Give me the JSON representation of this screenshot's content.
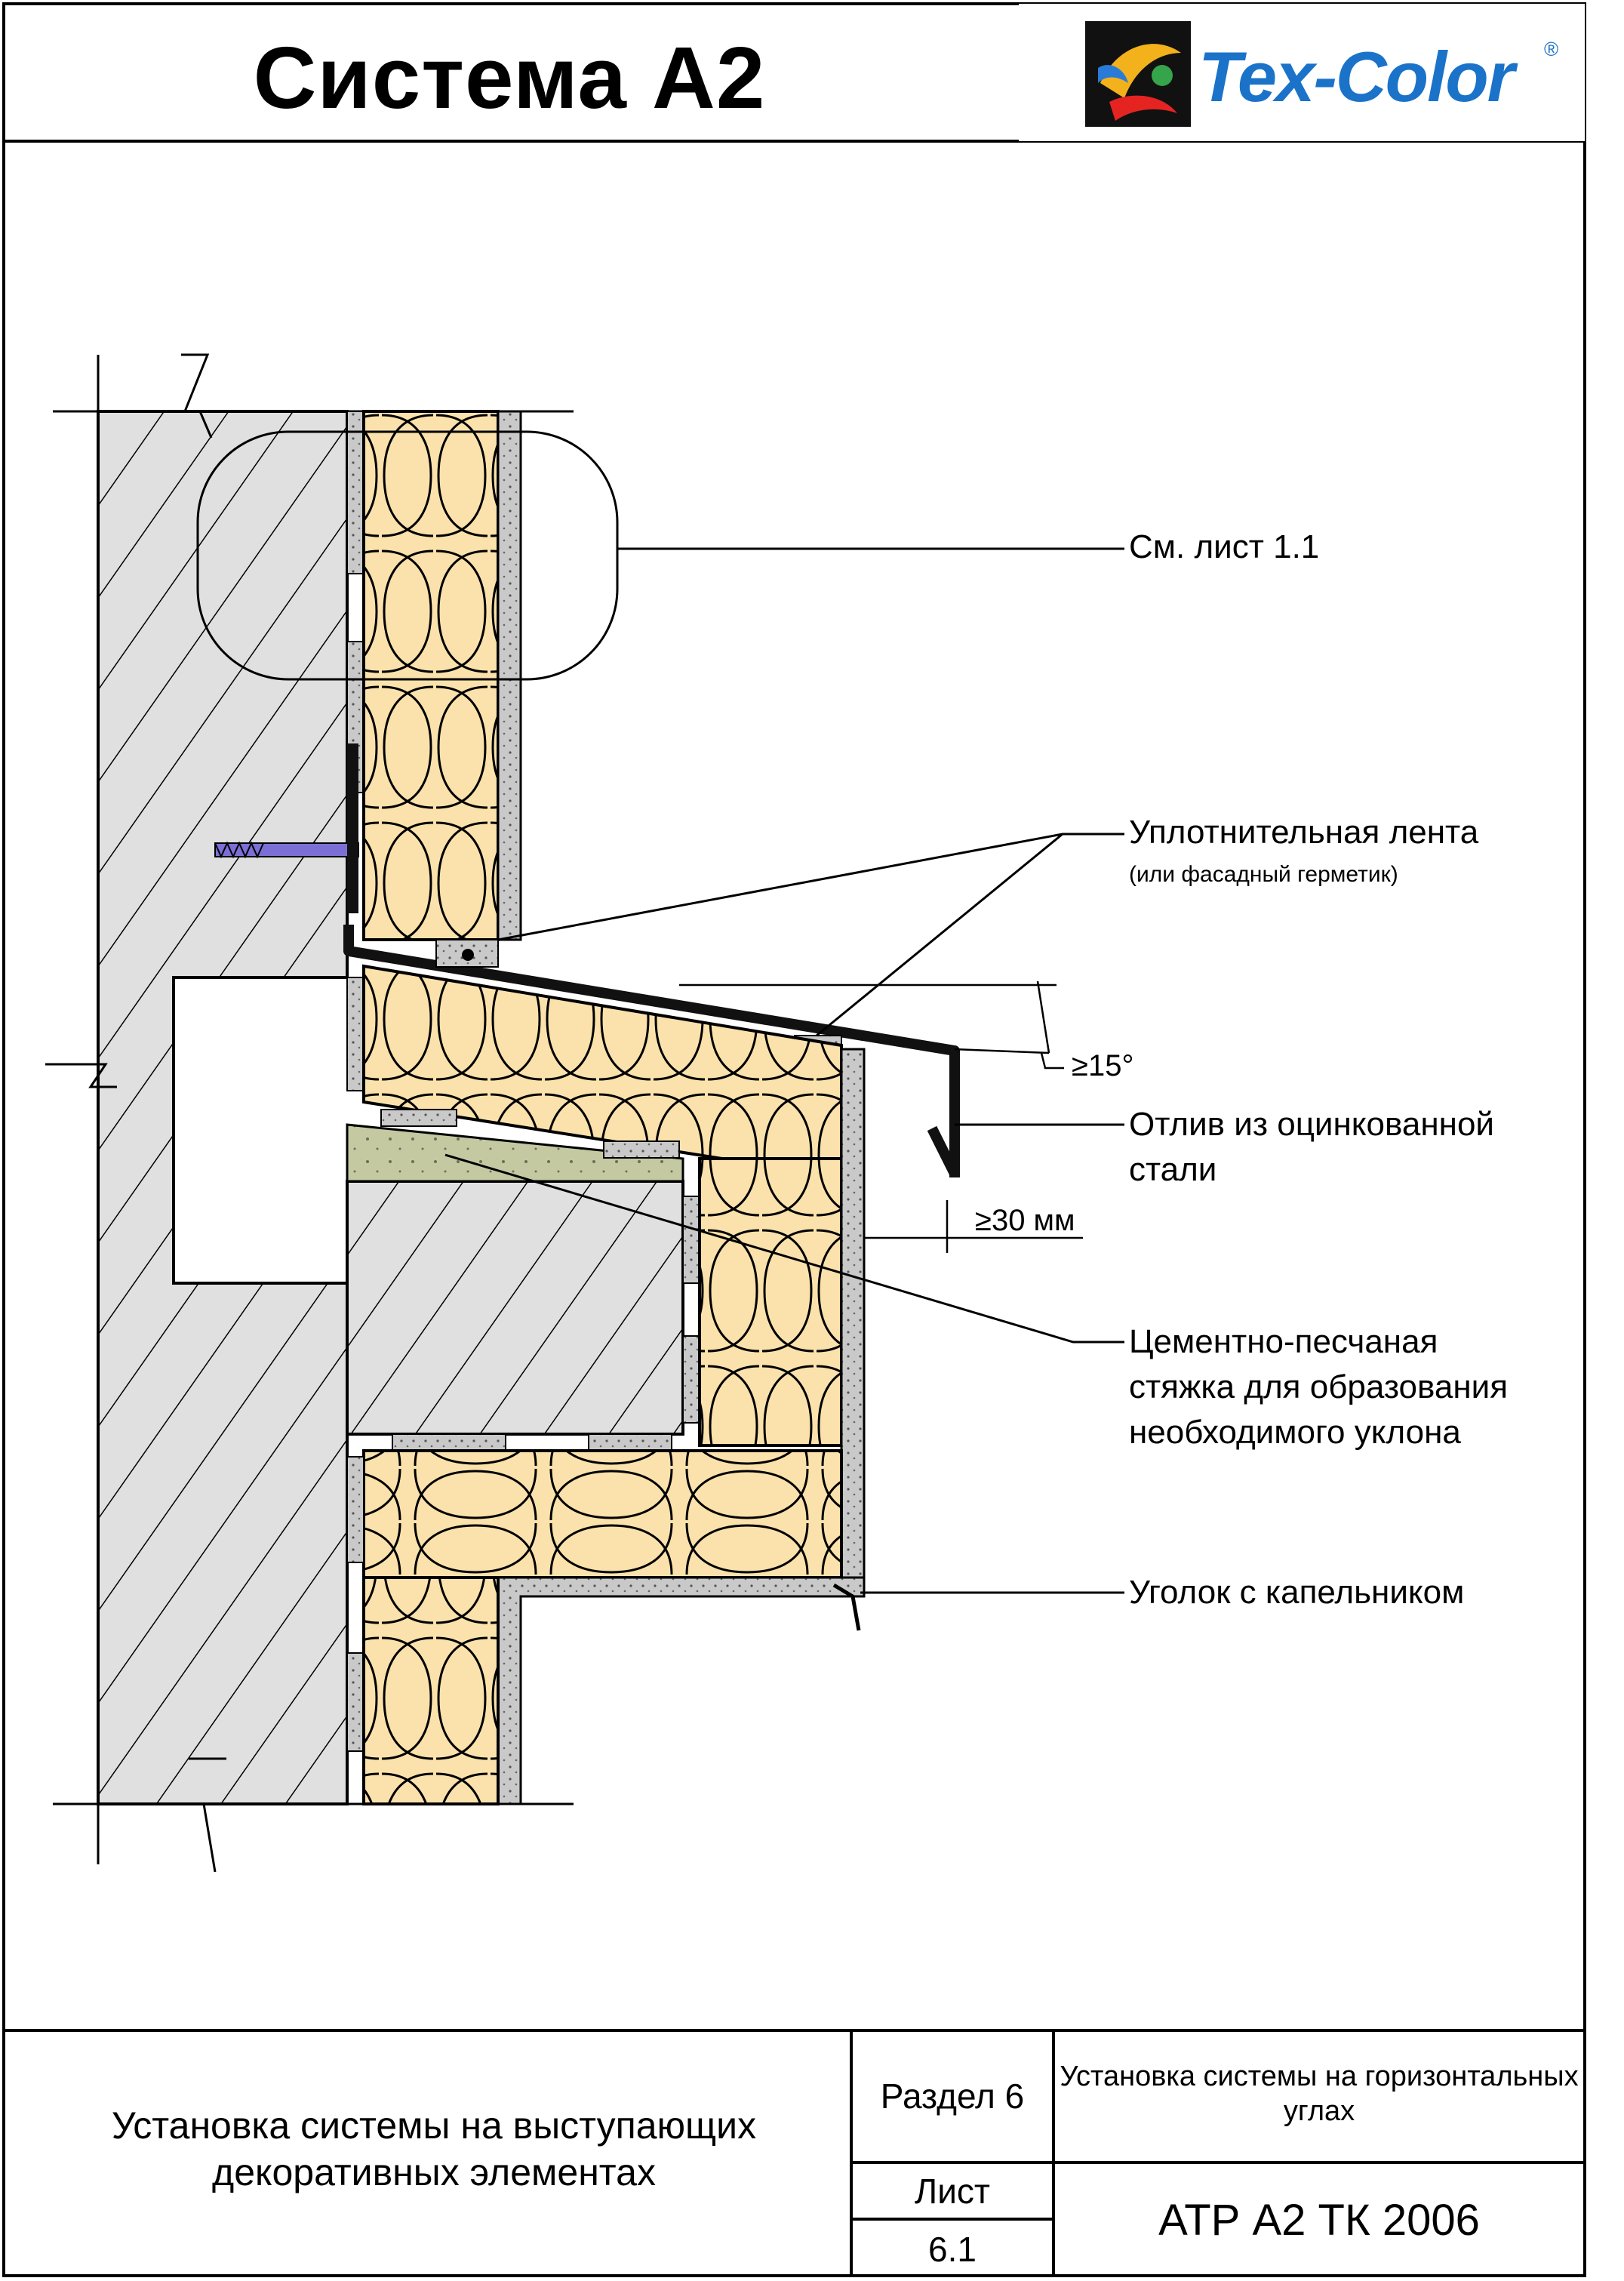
{
  "header": {
    "title": "Система А2",
    "brand": "Tex-Color",
    "registered_mark": "®"
  },
  "callouts": {
    "see_sheet": "См. лист 1.1",
    "sealing_tape": "Уплотнительная лента",
    "sealing_tape_note": "(или фасадный герметик)",
    "drip_line1": "Отлив из оцинкованной",
    "drip_line2": "стали",
    "screed_line1": "Цементно-песчаная",
    "screed_line2": "стяжка для образования",
    "screed_line3": "необходимого уклона",
    "corner_drip": "Уголок с капельником"
  },
  "dimensions": {
    "slope": "≥15°",
    "overhang": "≥30 мм"
  },
  "footer": {
    "description": "Установка системы на выступающих декоративных элементах",
    "section": "Раздел 6",
    "section_title": "Установка системы на горизонтальных углах",
    "sheet_label": "Лист",
    "sheet_number": "6.1",
    "document_code": "АТР А2 ТК 2006"
  },
  "colors": {
    "insulation": "#fbe2ac",
    "wall_hatch": "#e0e0e0",
    "adhesive": "#c9c9c9",
    "screed": "#c4c9a2",
    "brand_blue": "#1a73c9",
    "anchor": "#7b6fd6"
  }
}
